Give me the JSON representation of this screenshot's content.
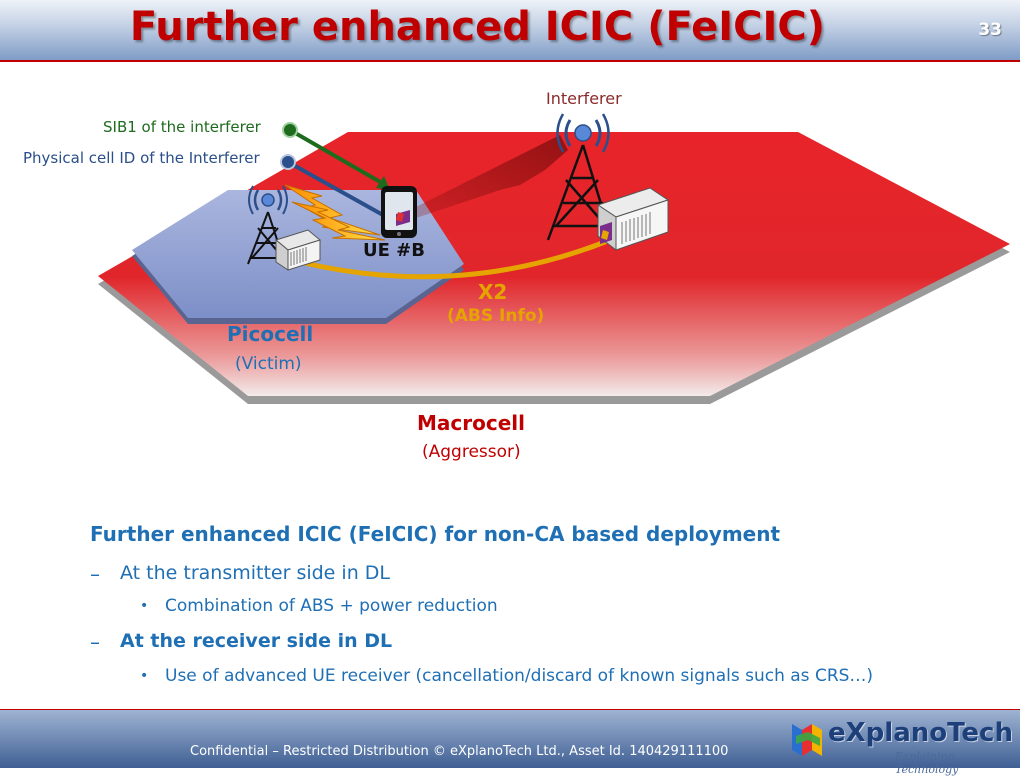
{
  "slide": {
    "title": "Further enhanced ICIC (FeICIC)",
    "page_number": "33"
  },
  "diagram": {
    "interferer_label": "Interferer",
    "sib1_label": "SIB1 of the interferer",
    "pci_label": "Physical cell ID of the Interferer",
    "ue_label": "UE #B",
    "x2_label": "X2",
    "x2_sub_label": "(ABS Info)",
    "picocell_label": "Picocell",
    "picocell_sub_label": "(Victim)",
    "macrocell_label": "Macrocell",
    "macrocell_sub_label": "(Aggressor)"
  },
  "bullets": {
    "heading": "Further enhanced ICIC (FeICIC) for non-CA based deployment",
    "dash_symbol": "–",
    "dot_symbol": "•",
    "item1": "At the transmitter side in DL",
    "item1_sub": "Combination of ABS + power reduction",
    "item2": "At the receiver side in DL",
    "item2_sub": "Use of advanced UE receiver (cancellation/discard of known signals such as CRS…)"
  },
  "footer": {
    "text": "Confidential – Restricted Distribution © eXplanoTech Ltd., Asset Id. 140429111100",
    "logo_text": "eXplanoTech",
    "logo_tagline": "Explaining Technology"
  },
  "colors": {
    "title_red": "#c00000",
    "macro_red": "#e8242a",
    "pico_blue": "#8c9ccd",
    "text_blue": "#1f6fb5",
    "x2_gold": "#e6a400",
    "sib_green": "#1e6b1e",
    "pci_blue": "#2a4f8a"
  }
}
